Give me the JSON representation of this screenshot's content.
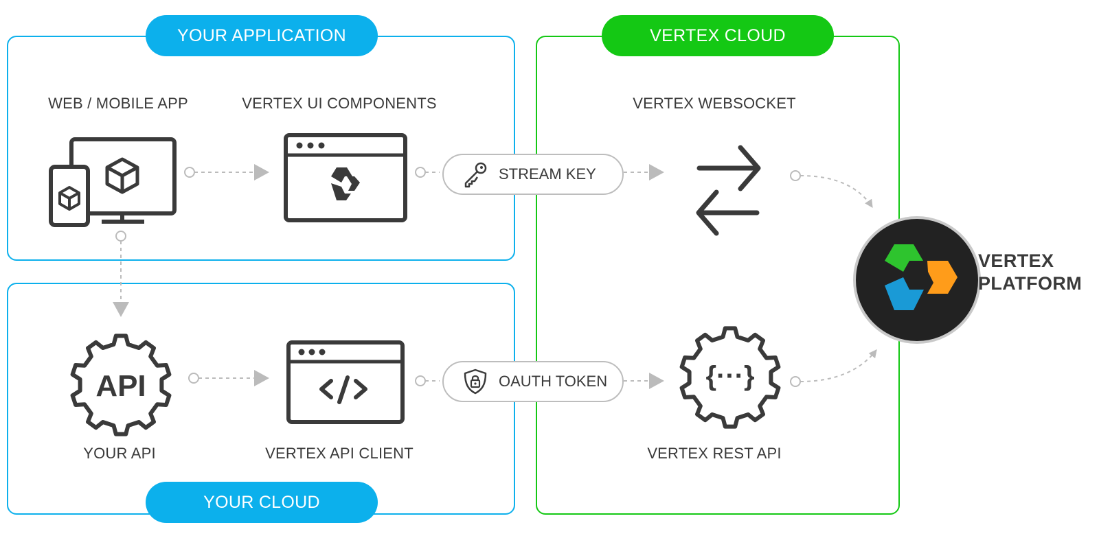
{
  "groups": {
    "your_application": "YOUR APPLICATION",
    "your_cloud": "YOUR CLOUD",
    "vertex_cloud": "VERTEX CLOUD"
  },
  "nodes": {
    "web_mobile_app": "WEB / MOBILE APP",
    "vertex_ui_components": "VERTEX UI COMPONENTS",
    "vertex_websocket": "VERTEX WEBSOCKET",
    "your_api": "YOUR API",
    "vertex_api_client": "VERTEX API CLIENT",
    "vertex_rest_api": "VERTEX REST API",
    "api_gear_text": "API",
    "rest_gear_text": "{···}"
  },
  "tokens": {
    "stream_key": "STREAM KEY",
    "oauth_token": "OAUTH TOKEN"
  },
  "platform": {
    "line1": "VERTEX",
    "line2": "PLATFORM"
  },
  "colors": {
    "blue": "#0cb0ec",
    "green": "#14c814",
    "dark": "#3a3a3a",
    "connector": "#bbbbbb",
    "logo_green": "#2ec42e",
    "logo_orange": "#ff9c1a",
    "logo_blue": "#1a9ad6"
  },
  "icons": [
    "devices-icon",
    "browser-window-icon",
    "swap-arrows-icon",
    "key-icon",
    "api-gear-icon",
    "code-window-icon",
    "shield-lock-icon",
    "rest-gear-icon",
    "vertex-logo-icon"
  ]
}
